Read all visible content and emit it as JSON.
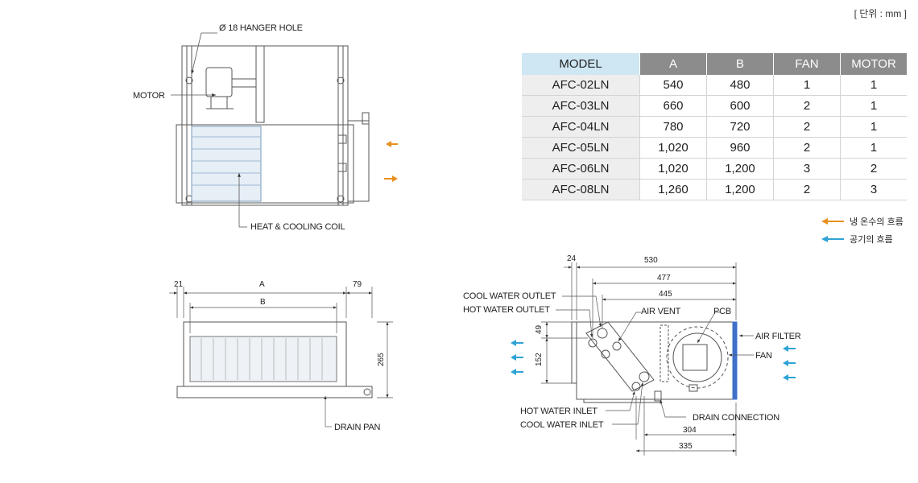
{
  "unit_label": "[ 단위 : mm ]",
  "top_view": {
    "hanger_hole": "Ø 18 HANGER HOLE",
    "motor": "MOTOR",
    "coil": "HEAT & COOLING COIL"
  },
  "front_view": {
    "dim_left": "21",
    "dim_a": "A",
    "dim_right": "79",
    "dim_b": "B",
    "dim_height": "265",
    "drain_pan": "DRAIN PAN"
  },
  "side_view": {
    "dim_24": "24",
    "dim_530": "530",
    "dim_477": "477",
    "dim_445": "445",
    "dim_49": "49",
    "dim_152": "152",
    "dim_304": "304",
    "dim_335": "335",
    "cool_water_outlet": "COOL WATER OUTLET",
    "hot_water_outlet": "HOT WATER OUTLET",
    "air_vent": "AIR VENT",
    "pcb": "PCB",
    "air_filter": "AIR FILTER",
    "fan": "FAN",
    "hot_water_inlet": "HOT WATER INLET",
    "cool_water_inlet": "COOL WATER INLET",
    "drain_connection": "DRAIN CONNECTION"
  },
  "legend": {
    "water_flow": "냉 온수의 흐름",
    "air_flow": "공기의 흐름",
    "water_color": "#e8901e",
    "air_color": "#2fa3d6"
  },
  "spec_table": {
    "headers": [
      "MODEL",
      "A",
      "B",
      "FAN",
      "MOTOR"
    ],
    "rows": [
      [
        "AFC-02LN",
        "540",
        "480",
        "1",
        "1"
      ],
      [
        "AFC-03LN",
        "660",
        "600",
        "2",
        "1"
      ],
      [
        "AFC-04LN",
        "780",
        "720",
        "2",
        "1"
      ],
      [
        "AFC-05LN",
        "1,020",
        "960",
        "2",
        "1"
      ],
      [
        "AFC-06LN",
        "1,020",
        "1,200",
        "3",
        "2"
      ],
      [
        "AFC-08LN",
        "1,260",
        "1,200",
        "2",
        "3"
      ]
    ]
  }
}
